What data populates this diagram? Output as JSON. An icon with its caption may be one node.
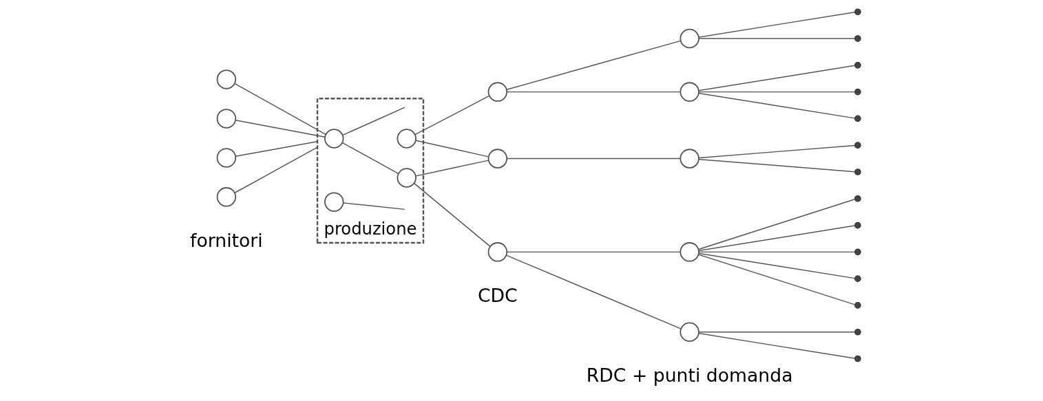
{
  "diagram": {
    "nodes": [
      {
        "text": [],
        "shape": "circle"
      },
      {
        "text": [],
        "shape": "circle"
      },
      {
        "text": [],
        "shape": "circle"
      },
      {
        "text": [],
        "shape": "circle"
      },
      {
        "text": [
          "produzione"
        ]
      },
      {
        "text": [],
        "shape": "circle",
        "in": 4
      },
      {
        "text": [],
        "shape": "circle",
        "in": 4
      },
      {
        "text": [],
        "shape": "circle",
        "in": 4
      },
      {
        "text": [],
        "shape": "circle",
        "in": 4
      },
      {
        "text": [],
        "shape": "circle"
      },
      {
        "text": [],
        "shape": "circle"
      },
      {
        "text": [],
        "shape": "circle"
      },
      {
        "text": [],
        "shape": "circle"
      },
      {
        "text": [],
        "shape": "circle"
      },
      {
        "text": [],
        "shape": "circle"
      },
      {
        "text": [],
        "shape": "circle"
      },
      {
        "text": [],
        "shape": "circle"
      },
      {
        "text": [],
        "shape": "dot"
      },
      {
        "text": [],
        "shape": "dot"
      },
      {
        "text": [],
        "shape": "dot"
      },
      {
        "text": [],
        "shape": "dot"
      },
      {
        "text": [],
        "shape": "dot"
      },
      {
        "text": [],
        "shape": "dot"
      },
      {
        "text": [],
        "shape": "dot"
      },
      {
        "text": [],
        "shape": "dot"
      },
      {
        "text": [],
        "shape": "dot"
      },
      {
        "text": [],
        "shape": "dot"
      },
      {
        "text": [],
        "shape": "dot"
      },
      {
        "text": [],
        "shape": "dot"
      },
      {
        "text": [],
        "shape": "dot"
      },
      {
        "text": [],
        "shape": "dot"
      }
    ],
    "edges": [
      {
        "from": 0,
        "to": 5,
        "arrow": "none"
      },
      {
        "from": 1,
        "to": 5,
        "arrow": "none"
      },
      {
        "from": 2,
        "to": 4,
        "arrow": "none"
      },
      {
        "from": 3,
        "to": 4,
        "arrow": "none"
      },
      {
        "from": 5,
        "to": null,
        "arrow": "none"
      },
      {
        "from": 5,
        "to": 8,
        "arrow": "none"
      },
      {
        "from": 7,
        "to": null,
        "arrow": "none"
      },
      {
        "from": 6,
        "to": 9,
        "arrow": "none"
      },
      {
        "from": 6,
        "to": 10,
        "arrow": "none"
      },
      {
        "from": 8,
        "to": 10,
        "arrow": "none"
      },
      {
        "from": 8,
        "to": 11,
        "arrow": "none"
      },
      {
        "from": 9,
        "to": 12,
        "arrow": "none"
      },
      {
        "from": 9,
        "to": 13,
        "arrow": "none"
      },
      {
        "from": 10,
        "to": 14,
        "arrow": "none"
      },
      {
        "from": 11,
        "to": 15,
        "arrow": "none"
      },
      {
        "from": 11,
        "to": 16,
        "arrow": "none"
      },
      {
        "from": 12,
        "to": 17,
        "arrow": "none"
      },
      {
        "from": 12,
        "to": 18,
        "arrow": "none"
      },
      {
        "from": 13,
        "to": 19,
        "arrow": "none"
      },
      {
        "from": 13,
        "to": 20,
        "arrow": "none"
      },
      {
        "from": 13,
        "to": 21,
        "arrow": "none"
      },
      {
        "from": 14,
        "to": 22,
        "arrow": "none"
      },
      {
        "from": 14,
        "to": 23,
        "arrow": "none"
      },
      {
        "from": 15,
        "to": 24,
        "arrow": "none"
      },
      {
        "from": 15,
        "to": 25,
        "arrow": "none"
      },
      {
        "from": 15,
        "to": 26,
        "arrow": "none"
      },
      {
        "from": 15,
        "to": 27,
        "arrow": "none"
      },
      {
        "from": 15,
        "to": 28,
        "arrow": "none"
      },
      {
        "from": 16,
        "to": 29,
        "arrow": "none"
      },
      {
        "from": 16,
        "to": 30,
        "arrow": "none"
      }
    ],
    "labels": [
      "fornitori",
      "CDC",
      "RDC + punti domanda"
    ]
  }
}
